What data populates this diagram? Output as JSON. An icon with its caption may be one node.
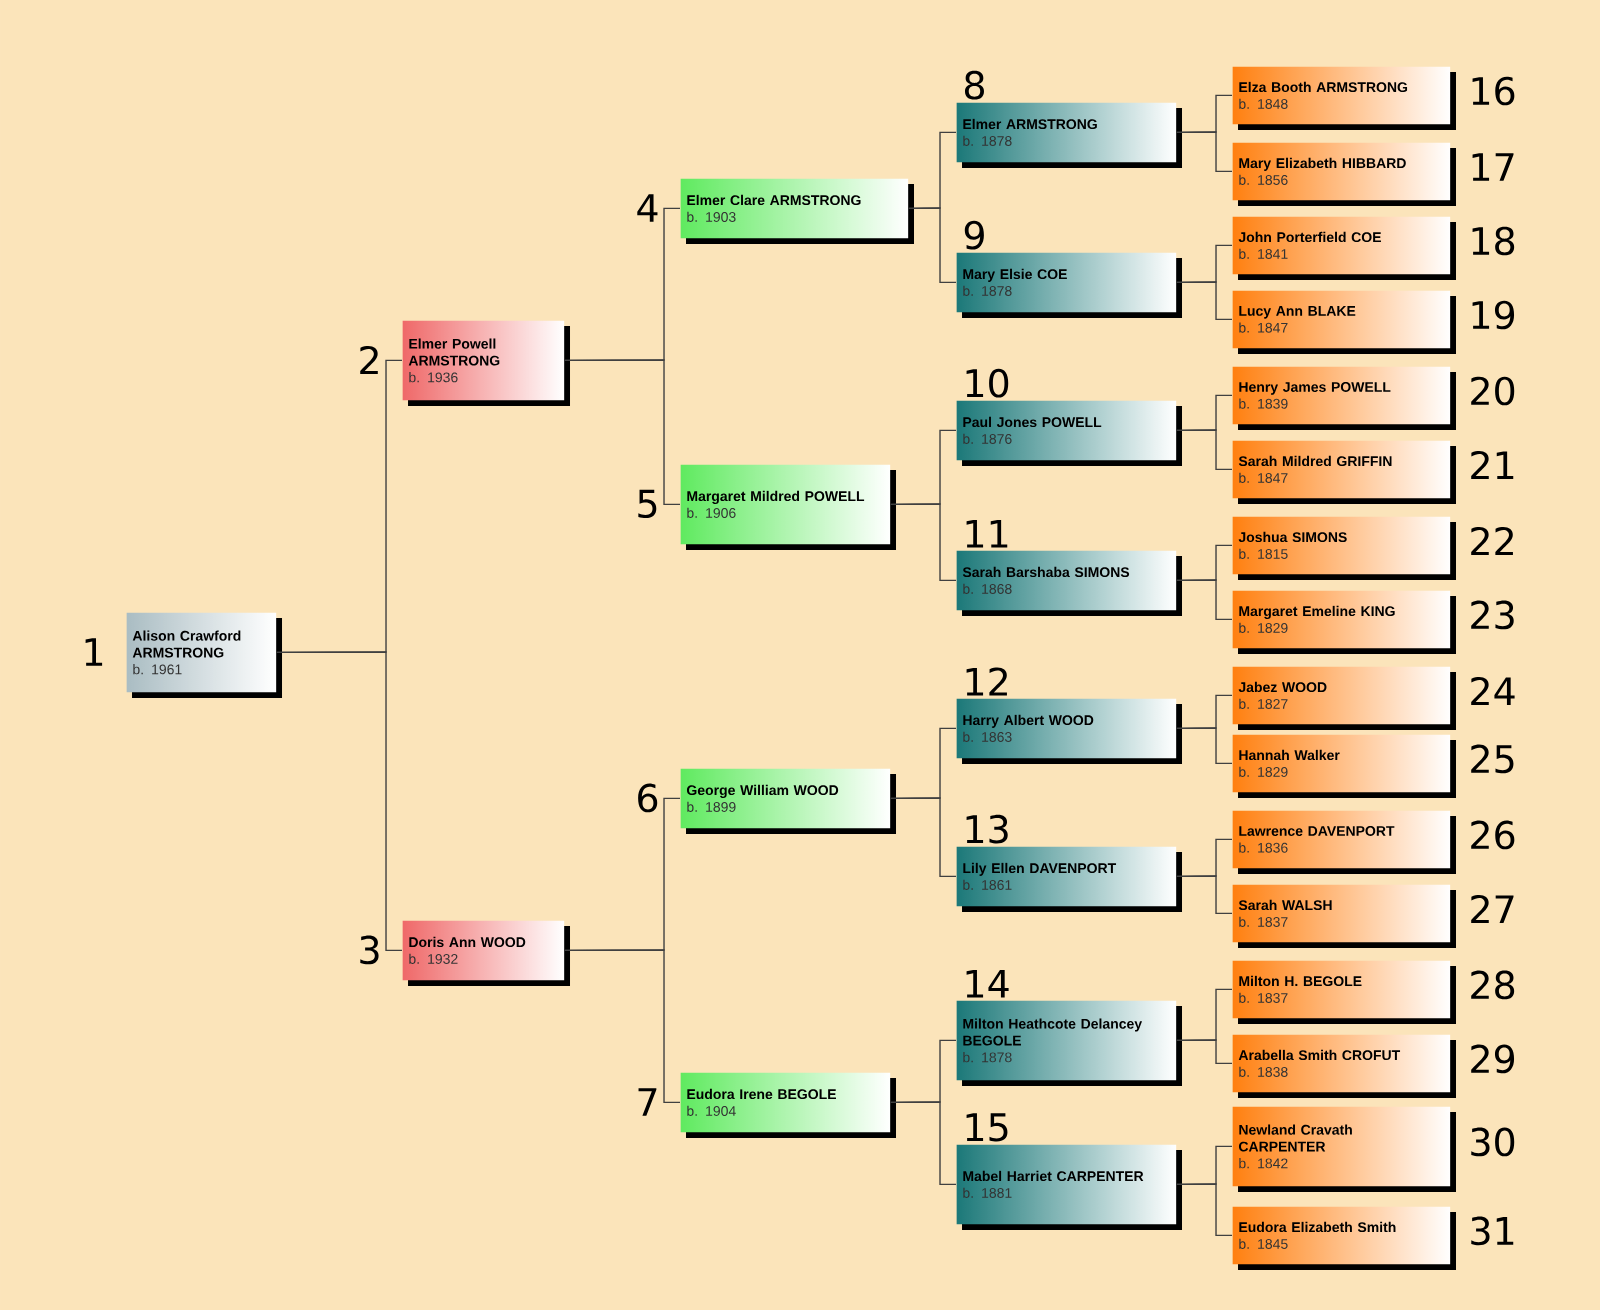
{
  "diagram": {
    "nodes": [
      {
        "text": [
          "Alison Crawford ARMSTRONG",
          "b. 1961"
        ],
        "beside": [
          "1"
        ]
      },
      {
        "text": [
          "Elmer Powell ARMSTRONG",
          "b. 1936"
        ],
        "beside": [
          "2"
        ]
      },
      {
        "text": [
          "Doris Ann WOOD",
          "b. 1932"
        ],
        "beside": [
          "3"
        ]
      },
      {
        "text": [
          "Elmer Clare ARMSTRONG",
          "b. 1903"
        ],
        "beside": [
          "4"
        ]
      },
      {
        "text": [
          "Margaret Mildred POWELL",
          "b. 1906"
        ],
        "beside": [
          "5"
        ]
      },
      {
        "text": [
          "George William WOOD",
          "b. 1899"
        ],
        "beside": [
          "6"
        ]
      },
      {
        "text": [
          "Eudora Irene BEGOLE",
          "b. 1904"
        ],
        "beside": [
          "7"
        ]
      },
      {
        "text": [
          "Elmer ARMSTRONG",
          "b. 1878"
        ],
        "beside": [
          "8"
        ]
      },
      {
        "text": [
          "Mary Elsie COE",
          "b. 1878"
        ],
        "beside": [
          "9"
        ]
      },
      {
        "text": [
          "Paul Jones POWELL",
          "b. 1876"
        ],
        "beside": [
          "10"
        ]
      },
      {
        "text": [
          "Sarah Barshaba SIMONS",
          "b. 1868"
        ],
        "beside": [
          "11"
        ]
      },
      {
        "text": [
          "Harry Albert WOOD",
          "b. 1863"
        ],
        "beside": [
          "12"
        ]
      },
      {
        "text": [
          "Lily Ellen DAVENPORT",
          "b. 1861"
        ],
        "beside": [
          "13"
        ]
      },
      {
        "text": [
          "Milton Heathcote Delancey BEGOLE",
          "b. 1878"
        ],
        "beside": [
          "14"
        ]
      },
      {
        "text": [
          "Mabel Harriet CARPENTER",
          "b. 1881"
        ],
        "beside": [
          "15"
        ]
      },
      {
        "text": [
          "Elza Booth ARMSTRONG",
          "b. 1848"
        ],
        "beside": [
          "16"
        ]
      },
      {
        "text": [
          "Mary Elizabeth HIBBARD",
          "b. 1856"
        ],
        "beside": [
          "17"
        ]
      },
      {
        "text": [
          "John Porterfield COE",
          "b. 1841"
        ],
        "beside": [
          "18"
        ]
      },
      {
        "text": [
          "Lucy Ann BLAKE",
          "b. 1847"
        ],
        "beside": [
          "19"
        ]
      },
      {
        "text": [
          "Henry James POWELL",
          "b. 1839"
        ],
        "beside": [
          "20"
        ]
      },
      {
        "text": [
          "Sarah Mildred GRIFFIN",
          "b. 1847"
        ],
        "beside": [
          "21"
        ]
      },
      {
        "text": [
          "Joshua SIMONS",
          "b. 1815"
        ],
        "beside": [
          "22"
        ]
      },
      {
        "text": [
          "Margaret Emeline KING",
          "b. 1829"
        ],
        "beside": [
          "23"
        ]
      },
      {
        "text": [
          "Jabez WOOD",
          "b. 1827"
        ],
        "beside": [
          "24"
        ]
      },
      {
        "text": [
          "Hannah Walker",
          "b. 1829"
        ],
        "beside": [
          "25"
        ]
      },
      {
        "text": [
          "Lawrence DAVENPORT",
          "b. 1836"
        ],
        "beside": [
          "26"
        ]
      },
      {
        "text": [
          "Sarah WALSH",
          "b. 1837"
        ],
        "beside": [
          "27"
        ]
      },
      {
        "text": [
          "Milton H. BEGOLE",
          "b. 1837"
        ],
        "beside": [
          "28"
        ]
      },
      {
        "text": [
          "Arabella Smith CROFUT",
          "b. 1838"
        ],
        "beside": [
          "29"
        ]
      },
      {
        "text": [
          "Newland Cravath CARPENTER",
          "b. 1842"
        ],
        "beside": [
          "30"
        ]
      },
      {
        "text": [
          "Eudora Elizabeth Smith",
          "b. 1845"
        ],
        "beside": [
          "31"
        ]
      }
    ],
    "edges": [
      {
        "from": 0,
        "to": 1,
        "arrow": "none"
      },
      {
        "from": 0,
        "to": 2,
        "arrow": "none"
      },
      {
        "from": 1,
        "to": 3,
        "arrow": "none"
      },
      {
        "from": 1,
        "to": 4,
        "arrow": "none"
      },
      {
        "from": 2,
        "to": 5,
        "arrow": "none"
      },
      {
        "from": 2,
        "to": 6,
        "arrow": "none"
      },
      {
        "from": 3,
        "to": 7,
        "arrow": "none"
      },
      {
        "from": 3,
        "to": 8,
        "arrow": "none"
      },
      {
        "from": 4,
        "to": 9,
        "arrow": "none"
      },
      {
        "from": 4,
        "to": 10,
        "arrow": "none"
      },
      {
        "from": 5,
        "to": 11,
        "arrow": "none"
      },
      {
        "from": 5,
        "to": 12,
        "arrow": "none"
      },
      {
        "from": 6,
        "to": 13,
        "arrow": "none"
      },
      {
        "from": 6,
        "to": 14,
        "arrow": "none"
      },
      {
        "from": 7,
        "to": 15,
        "arrow": "none"
      },
      {
        "from": 7,
        "to": 16,
        "arrow": "none"
      },
      {
        "from": 8,
        "to": 17,
        "arrow": "none"
      },
      {
        "from": 8,
        "to": 18,
        "arrow": "none"
      },
      {
        "from": 9,
        "to": 19,
        "arrow": "none"
      },
      {
        "from": 9,
        "to": 20,
        "arrow": "none"
      },
      {
        "from": 10,
        "to": 21,
        "arrow": "none"
      },
      {
        "from": 10,
        "to": 22,
        "arrow": "none"
      },
      {
        "from": 11,
        "to": 23,
        "arrow": "none"
      },
      {
        "from": 11,
        "to": 24,
        "arrow": "none"
      },
      {
        "from": 12,
        "to": 25,
        "arrow": "none"
      },
      {
        "from": 12,
        "to": 26,
        "arrow": "none"
      },
      {
        "from": 13,
        "to": 27,
        "arrow": "none"
      },
      {
        "from": 13,
        "to": 28,
        "arrow": "none"
      },
      {
        "from": 14,
        "to": 29,
        "arrow": "none"
      },
      {
        "from": 14,
        "to": 30,
        "arrow": "none"
      }
    ]
  }
}
